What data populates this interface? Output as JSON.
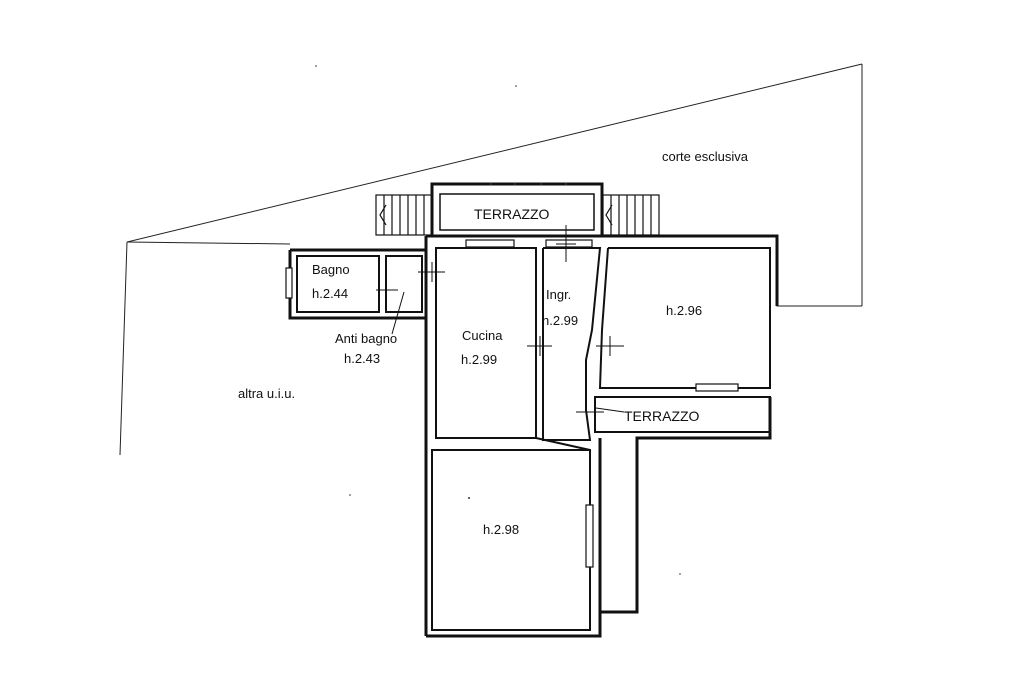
{
  "labels": {
    "corte": "corte esclusiva",
    "terrazzo_top": "TERRAZZO",
    "terrazzo_right": "TERRAZZO",
    "bagno": "Bagno",
    "bagno_h": "h.2.44",
    "antibagno": "Anti bagno",
    "antibagno_h": "h.2.43",
    "ingr": "Ingr.",
    "ingr_h": "h.2.99",
    "cucina": "Cucina",
    "cucina_h": "h.2.99",
    "room_right_h": "h.2.96",
    "room_bottom_h": "h.2.98",
    "altra": "altra u.i.u."
  }
}
